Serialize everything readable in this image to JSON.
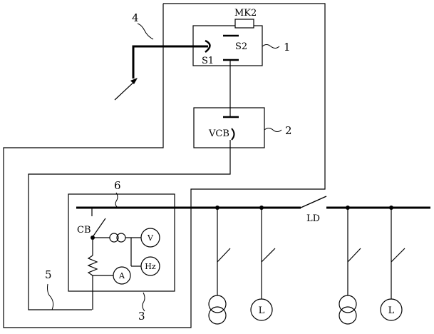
{
  "labels": {
    "mk2": "MK2",
    "s1": "S1",
    "s2": "S2",
    "vcb": "VCB",
    "cb": "CB",
    "ld": "LD"
  },
  "meters": {
    "voltmeter": "V",
    "frequency": "Hz",
    "ammeter": "A"
  },
  "loads": {
    "left_load": "L",
    "right_load": "L"
  },
  "callouts": {
    "c1": "1",
    "c2": "2",
    "c3": "3",
    "c4": "4",
    "c5": "5",
    "c6": "6"
  }
}
